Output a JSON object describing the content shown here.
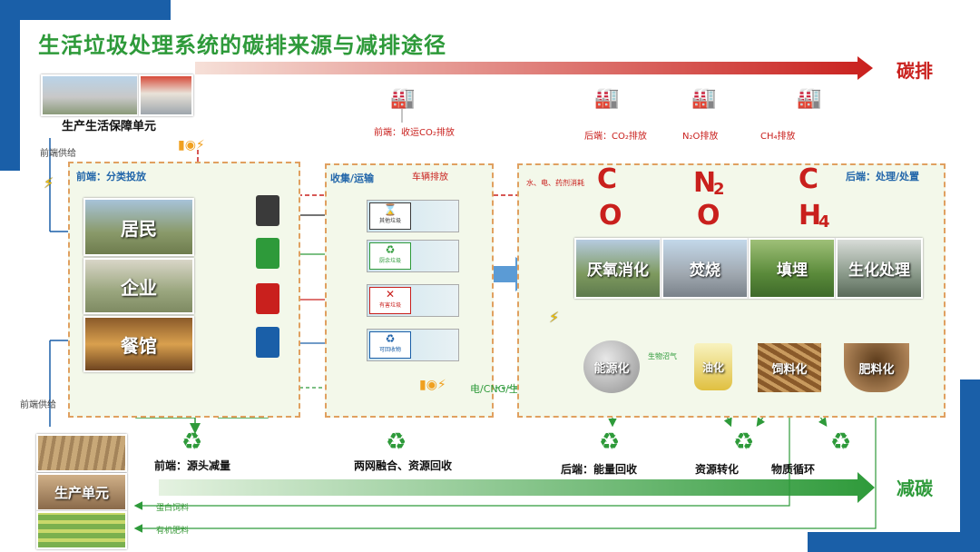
{
  "title": "生活垃圾处理系统的碳排来源与减排途径",
  "carbon_emission_label": "碳排",
  "carbon_reduction_label": "减碳",
  "left": {
    "support_unit": "生产生活保障单元",
    "front_supply_top": "前端供给",
    "front_supply_bottom": "前端供给",
    "production_unit": "生产单元",
    "return_fodder": "蛋白饲料",
    "return_fertilizer": "有机肥料"
  },
  "front_box": {
    "title": "前端：分类投放",
    "sources": [
      "居民",
      "企业",
      "餐馆"
    ]
  },
  "collect_box": {
    "title": "收集/运输",
    "vehicle_emission": "车辆排放",
    "bin_labels": [
      "其他垃圾",
      "厨余垃圾",
      "有害垃圾",
      "可回收物"
    ]
  },
  "emissions": {
    "front_co2": "前端：收运CO₂排放",
    "back_co2": "后端：CO₂排放",
    "n2o": "N₂O排放",
    "ch4": "CH₄排放"
  },
  "back_box": {
    "title": "后端：处理/处置",
    "inputs_label": "水、电、药剂消耗",
    "chem_symbols": [
      "C",
      "O",
      "N",
      "2",
      "O",
      "C",
      "H",
      "4"
    ],
    "processes": [
      "厌氧消化",
      "焚烧",
      "填埋",
      "生化处理"
    ],
    "products": [
      "能源化",
      "油化",
      "饲料化",
      "肥料化"
    ],
    "bio_gas": "生物沼气",
    "energy_label": "电/CNG/生物柴油"
  },
  "bottom_labels": [
    "前端：源头减量",
    "两网融合、资源回收",
    "后端：能量回收",
    "资源转化",
    "物质循环"
  ],
  "colors": {
    "green": "#2e9a3a",
    "blue": "#1a5fa8",
    "red": "#c9201d",
    "orange": "#e0a060"
  }
}
